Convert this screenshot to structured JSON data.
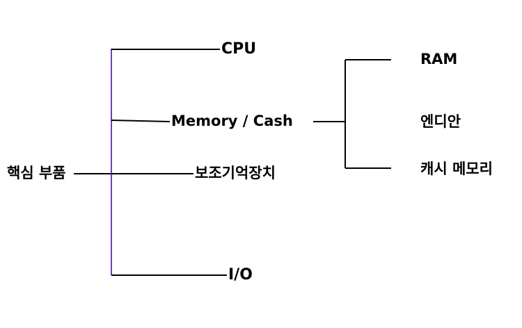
{
  "diagram": {
    "root": {
      "label": "핵심 부품"
    },
    "branches": [
      {
        "label": "CPU"
      },
      {
        "label": "Memory / Cash"
      },
      {
        "label": "보조기억장치"
      },
      {
        "label": "I/O"
      }
    ],
    "memory_children": [
      {
        "label": "RAM"
      },
      {
        "label": "엔디안"
      },
      {
        "label": "캐시 메모리"
      }
    ],
    "colors": {
      "trunk": "#6a3fbf",
      "line": "#000000",
      "text": "#000000",
      "background": "#ffffff"
    }
  }
}
